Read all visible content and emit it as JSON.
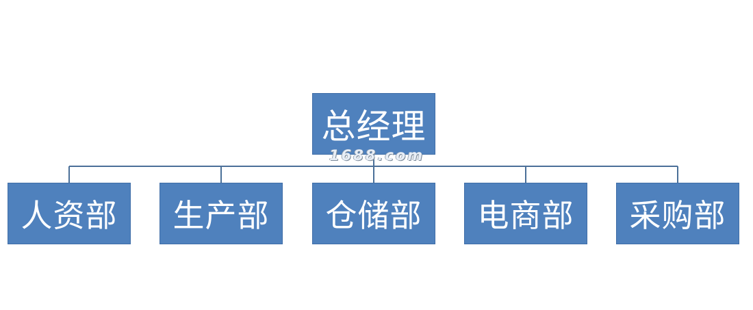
{
  "org_chart": {
    "root": {
      "label": "总经理"
    },
    "children": [
      {
        "label": "人资部"
      },
      {
        "label": "生产部"
      },
      {
        "label": "仓储部"
      },
      {
        "label": "电商部"
      },
      {
        "label": "采购部"
      }
    ]
  },
  "watermark": "1688.com",
  "colors": {
    "box_fill": "#4f81bd",
    "connector": "#4a6f98",
    "text": "#ffffff"
  }
}
